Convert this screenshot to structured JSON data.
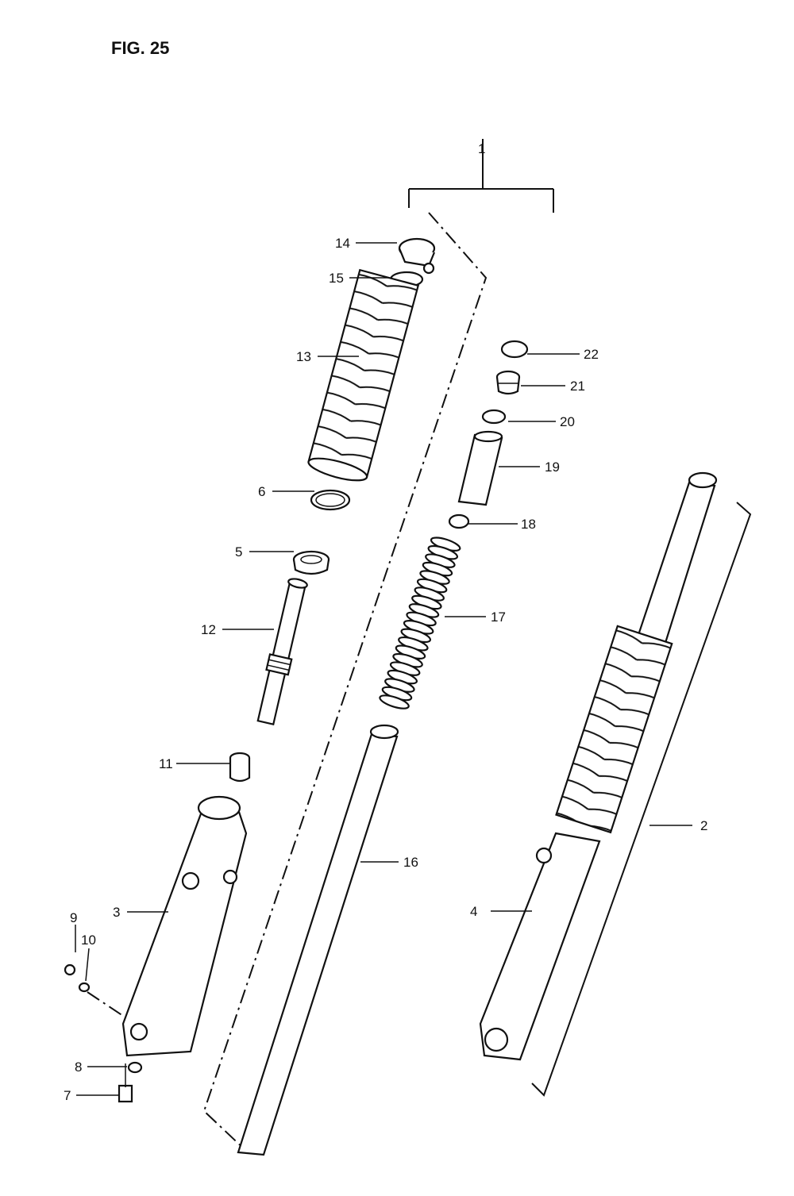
{
  "figure": {
    "title": "FIG. 25"
  },
  "callouts": {
    "c1": "1",
    "c2": "2",
    "c3": "3",
    "c4": "4",
    "c5": "5",
    "c6": "6",
    "c7": "7",
    "c8": "8",
    "c9": "9",
    "c10": "10",
    "c11": "11",
    "c12": "12",
    "c13": "13",
    "c14": "14",
    "c15": "15",
    "c16": "16",
    "c17": "17",
    "c18": "18",
    "c19": "19",
    "c20": "20",
    "c21": "21",
    "c22": "22"
  }
}
